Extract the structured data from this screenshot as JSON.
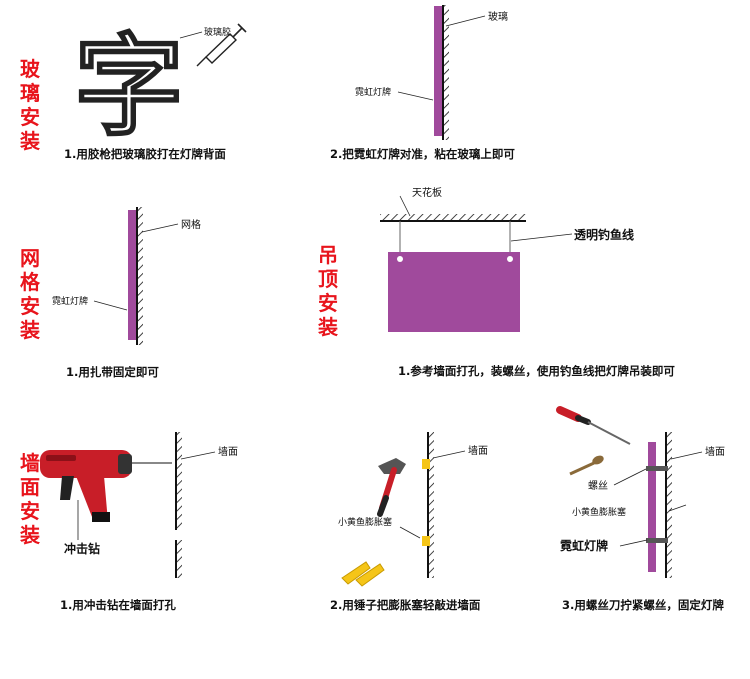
{
  "sections": {
    "glass": {
      "title": [
        "玻",
        "璃",
        "安",
        "装"
      ]
    },
    "grid": {
      "title": [
        "网",
        "格",
        "安",
        "装"
      ]
    },
    "ceiling": {
      "title": [
        "吊",
        "顶",
        "安",
        "装"
      ]
    },
    "wall": {
      "title": [
        "墙",
        "面",
        "安",
        "装"
      ]
    }
  },
  "panels": {
    "glass_step1": {
      "char": "字",
      "glue_label": "玻璃胶",
      "caption": "1.用胶枪把玻璃胶打在灯牌背面"
    },
    "glass_step2": {
      "glass_label": "玻璃",
      "sign_label": "霓虹灯牌",
      "caption": "2.把霓虹灯牌对准，粘在玻璃上即可"
    },
    "grid_step1": {
      "grid_label": "网格",
      "sign_label": "霓虹灯牌",
      "caption": "1.用扎带固定即可"
    },
    "ceiling_step1": {
      "ceiling_label": "天花板",
      "line_label": "透明钓鱼线",
      "caption": "1.参考墙面打孔，装螺丝，使用钓鱼线把灯牌吊装即可"
    },
    "wall_step1": {
      "wall_label": "墙面",
      "drill_label": "冲击钻",
      "caption": "1.用冲击钻在墙面打孔"
    },
    "wall_step2": {
      "wall_label": "墙面",
      "anchor_label": "小黄鱼膨胀塞",
      "caption": "2.用锤子把膨胀塞轻敲进墙面"
    },
    "wall_step3": {
      "wall_label": "墙面",
      "screw_label": "螺丝",
      "anchor_label": "小黄鱼膨胀塞",
      "sign_label": "霓虹灯牌",
      "caption": "3.用螺丝刀拧紧螺丝，固定灯牌"
    }
  },
  "colors": {
    "title_red": "#e8141c",
    "sign_purple": "#a04a9c",
    "drill_red": "#c81e28",
    "anchor_yellow": "#f5c518",
    "screw_brown": "#8a6a3a"
  }
}
